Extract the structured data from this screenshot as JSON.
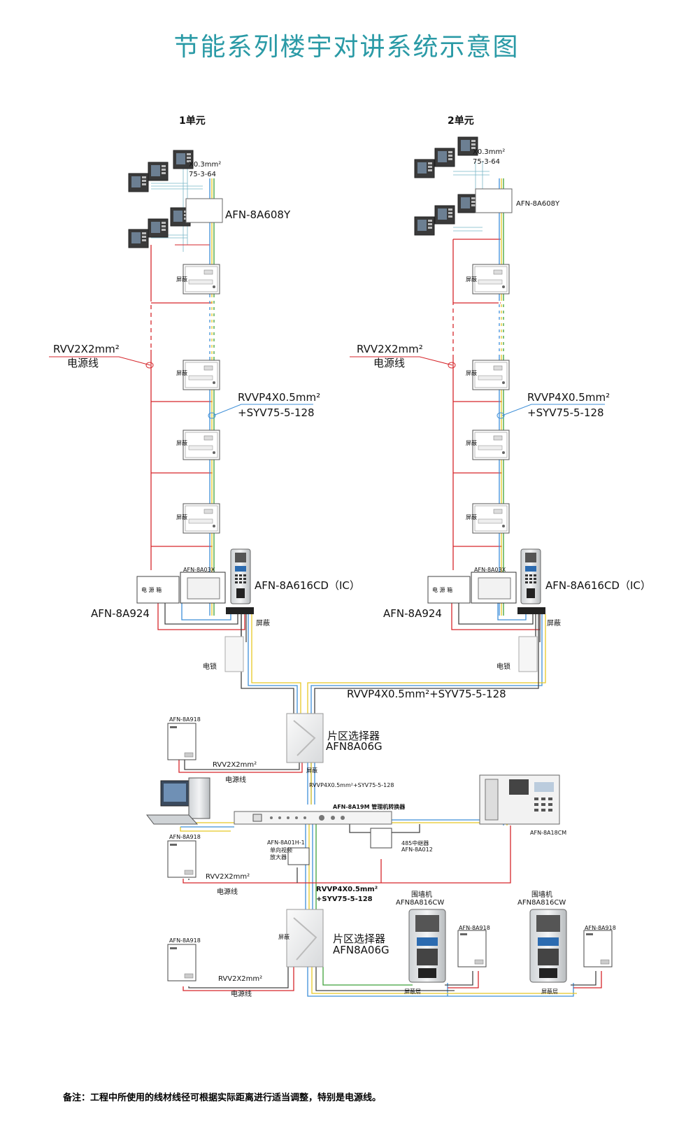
{
  "title": "节能系列楼宇对讲系统示意图",
  "units": [
    {
      "heading": "1单元",
      "wire_top_1": "X0.3mm²",
      "wire_top_2": "75-3-64",
      "distributor": "AFN-8A608Y",
      "shield_label": "屏蔽",
      "power_cable": "RVV2X2mm²",
      "power_cable_name": "电源线",
      "signal_cable_1": "RVVP4X0.5mm²",
      "signal_cable_2": "+SYV75-5-128",
      "power_box": "AFN-8A924",
      "power_box_face": "电 源 箱",
      "small_box": "AFN-8A03X",
      "door_station": "AFN-8A616CD（IC）",
      "shield_tag": "屏蔽",
      "lock": "电锁"
    },
    {
      "heading": "2单元",
      "wire_top_1": "X0.3mm²",
      "wire_top_2": "75-3-64",
      "distributor": "AFN-8A608Y",
      "shield_label": "屏蔽",
      "power_cable": "RVV2X2mm²",
      "power_cable_name": "电源线",
      "signal_cable_1": "RVVP4X0.5mm²",
      "signal_cable_2": "+SYV75-5-128",
      "power_box": "AFN-8A924",
      "power_box_face": "电 源 箱",
      "small_box": "AFN-8A03X",
      "door_station": "AFN-8A616CD（IC）",
      "shield_tag": "屏蔽",
      "lock": "电锁"
    }
  ],
  "trunk_cable": "RVVP4X0.5mm²+SYV75-5-128",
  "selector_1": {
    "name": "片区选择器",
    "model": "AFN8A06G",
    "shield": "屏蔽"
  },
  "psu_1": {
    "model": "AFN-8A918",
    "cable": "RVV2X2mm²",
    "cable_name": "电源线"
  },
  "mid_cable": "RVVP4X0.5mm²+SYV75-5-128",
  "converter": "AFN-8A19M 管理机转换器",
  "mgmt": "AFN-8A18CM",
  "psu_2": {
    "model": "AFN-8A918",
    "cable": "RVV2X2mm²",
    "cable_name": "电源线"
  },
  "amplifier": {
    "model": "AFN-8A01H-1",
    "name_1": "单向视频",
    "name_2": "放大器"
  },
  "relay": {
    "name": "485中继器",
    "model": "AFN-8A012"
  },
  "lower_cable_1": "RVVP4X0.5mm²",
  "lower_cable_2": "+SYV75-5-128",
  "selector_2": {
    "name": "片区选择器",
    "model": "AFN8A06G",
    "shield": "屏蔽"
  },
  "psu_3": {
    "model": "AFN-8A918",
    "cable": "RVV2X2mm²",
    "cable_name": "电源线"
  },
  "wall_stations": [
    {
      "name": "围墙机",
      "model": "AFN8A816CW",
      "shield": "屏蔽层",
      "psu": "AFN-8A918"
    },
    {
      "name": "围墙机",
      "model": "AFN8A816CW",
      "shield": "屏蔽层",
      "psu": "AFN-8A918"
    }
  ],
  "note": "备注：工程中所使用的线材线径可根据实际距离进行适当调整，特别是电源线。",
  "colors": {
    "title": "#2a9aa6",
    "power": "#d6262b",
    "signal_blue": "#3e8fd8",
    "signal_yellow": "#e8c825",
    "signal_green": "#3fa13a",
    "gray": "#444444"
  }
}
